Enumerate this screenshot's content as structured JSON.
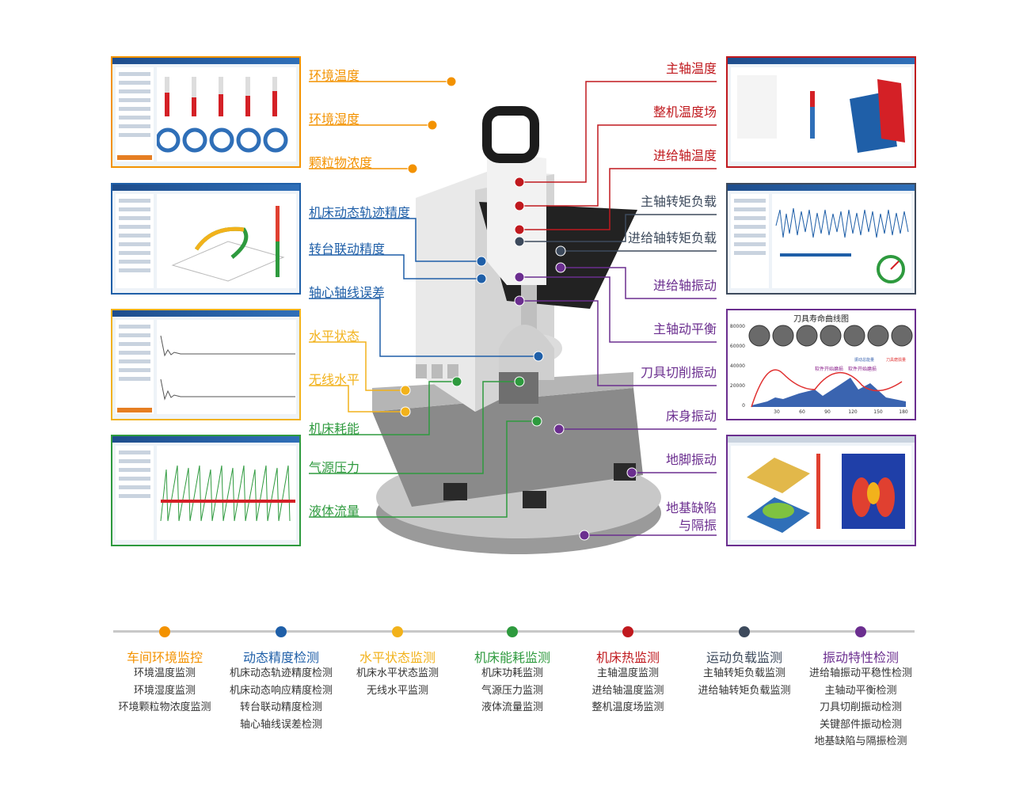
{
  "colors": {
    "orange": "#f39200",
    "blue": "#1f5fa8",
    "yellow": "#f2b21b",
    "green": "#2e9a3e",
    "red": "#c0191e",
    "slate": "#3d4a5c",
    "purple": "#6b2e8f"
  },
  "left_labels": [
    {
      "text": "环境温度",
      "color": "orange"
    },
    {
      "text": "环境湿度",
      "color": "orange"
    },
    {
      "text": "颗粒物浓度",
      "color": "orange"
    },
    {
      "text": "机床动态轨迹精度",
      "color": "blue"
    },
    {
      "text": "转台联动精度",
      "color": "blue"
    },
    {
      "text": "轴心轴线误差",
      "color": "blue"
    },
    {
      "text": "水平状态",
      "color": "yellow"
    },
    {
      "text": "无线水平",
      "color": "yellow"
    },
    {
      "text": "机床耗能",
      "color": "green"
    },
    {
      "text": "气源压力",
      "color": "green"
    },
    {
      "text": "液体流量",
      "color": "green"
    }
  ],
  "right_labels": [
    {
      "text": "主轴温度",
      "color": "red"
    },
    {
      "text": "整机温度场",
      "color": "red"
    },
    {
      "text": "进给轴温度",
      "color": "red"
    },
    {
      "text": "主轴转矩负载",
      "color": "slate"
    },
    {
      "text": "进给轴转矩负载",
      "color": "slate"
    },
    {
      "text": "进给轴振动",
      "color": "purple"
    },
    {
      "text": "主轴动平衡",
      "color": "purple"
    },
    {
      "text": "刀具切削振动",
      "color": "purple"
    },
    {
      "text": "床身振动",
      "color": "purple"
    },
    {
      "text": "地脚振动",
      "color": "purple"
    },
    {
      "text": "地基缺陷",
      "color": "purple"
    },
    {
      "text": "与隔振",
      "color": "purple"
    }
  ],
  "tool_life_chart": {
    "title": "刀具寿命曲线图",
    "legend": [
      "振动总能量",
      "刀具磨损量"
    ],
    "y_ticks": [
      "80000",
      "60000",
      "40000",
      "20000",
      "0"
    ],
    "x_ticks": [
      "30",
      "60",
      "90",
      "120",
      "150",
      "180"
    ],
    "annotations": [
      "软件开始磨损",
      "软件开始磨损"
    ]
  },
  "categories": [
    {
      "title": "车间环境监控",
      "color": "orange",
      "items": [
        "环境温度监测",
        "环境湿度监测",
        "环境颗粒物浓度监测"
      ]
    },
    {
      "title": "动态精度检测",
      "color": "blue",
      "items": [
        "机床动态轨迹精度检测",
        "机床动态响应精度检测",
        "转台联动精度检测",
        "轴心轴线误差检测"
      ]
    },
    {
      "title": "水平状态监测",
      "color": "yellow",
      "items": [
        "机床水平状态监测",
        "无线水平监测"
      ]
    },
    {
      "title": "机床能耗监测",
      "color": "green",
      "items": [
        "机床功耗监测",
        "气源压力监测",
        "液体流量监测"
      ]
    },
    {
      "title": "机床热监测",
      "color": "red",
      "items": [
        "主轴温度监测",
        "进给轴温度监测",
        "整机温度场监测"
      ]
    },
    {
      "title": "运动负载监测",
      "color": "slate",
      "items": [
        "主轴转矩负载监测",
        "进给轴转矩负载监测"
      ]
    },
    {
      "title": "振动特性检测",
      "color": "purple",
      "items": [
        "进给轴振动平稳性检测",
        "主轴动平衡检测",
        "刀具切削振动检测",
        "关键部件振动检测",
        "地基缺陷与隔振检测"
      ]
    }
  ]
}
